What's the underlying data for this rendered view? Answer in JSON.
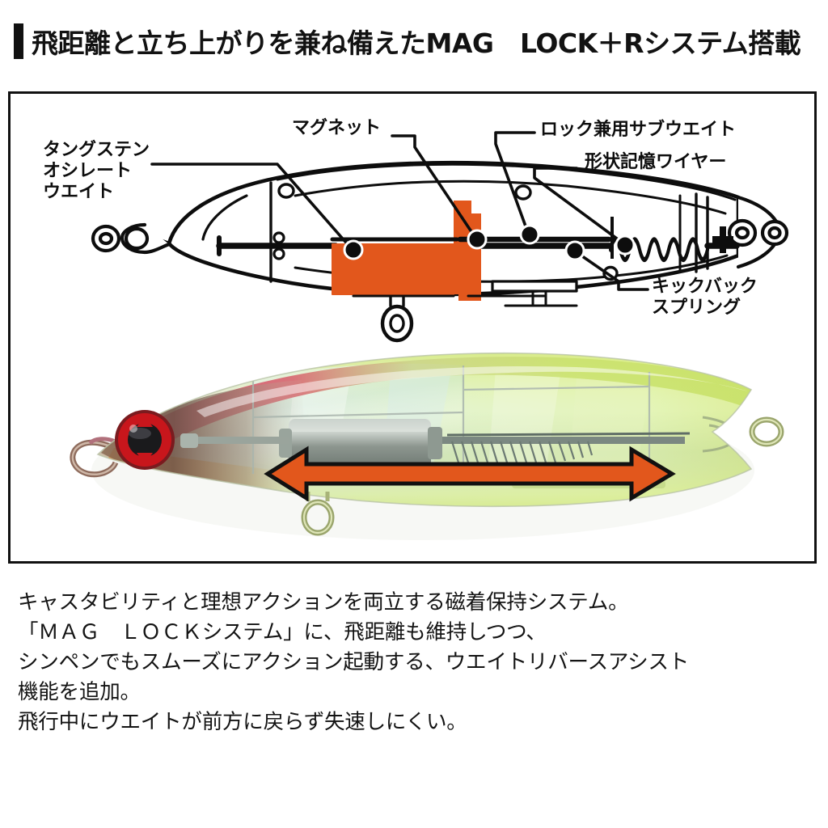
{
  "heading": {
    "accent_color": "#111111",
    "text": "飛距離と立ち上がりを兼ね備えたMAG　LOCK＋Rシステム搭載"
  },
  "figure": {
    "border_color": "#111111",
    "background": "#ffffff",
    "orange_accent": "#E2571C",
    "diagram": {
      "title_hidden": "cutaway schematic of sinking pencil lure showing MAG LOCK+R weight transfer system",
      "callouts": [
        {
          "name": "tungsten-oscillate-weight",
          "text": "タングステン\nオシレート\nウエイト"
        },
        {
          "name": "magnet",
          "text": "マグネット"
        },
        {
          "name": "lock-dual-purpose-sub-weight",
          "text": "ロック兼用サブウエイト"
        },
        {
          "name": "shape-memory-wire",
          "text": "形状記憶ワイヤー"
        },
        {
          "name": "kickback-spring",
          "text": "キックバック\nスプリング"
        }
      ]
    },
    "photo": {
      "description_hidden": "clear chartreuse sinking pencil lure, side view, with orange double headed arrow showing weight travel",
      "arrow_color": "#E2571C",
      "arrow_outline": "#111111",
      "eye_ring_color": "#C8161C",
      "body_colors": [
        "#e9f19a",
        "#cfe86a",
        "#d8e9c4",
        "#c9d7cc",
        "#e7a56a",
        "#d7506a"
      ]
    }
  },
  "body": {
    "text": "キャスタビリティと理想アクションを両立する磁着保持システム。\n「ＭＡＧ　ＬＯＣＫシステム」に、飛距離も維持しつつ、\nシンペンでもスムーズにアクション起動する、ウエイトリバースアシスト\n機能を追加。\n飛行中にウエイトが前方に戻らず失速しにくい。"
  }
}
